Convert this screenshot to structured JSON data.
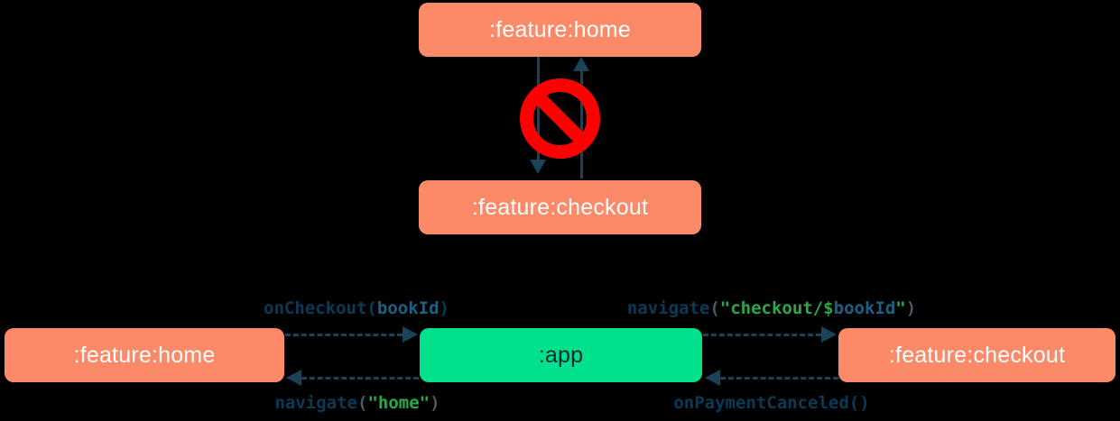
{
  "diagram": {
    "type": "module-navigation-diagram",
    "background_color": "#000000",
    "palette": {
      "feature_module": "#FC8A68",
      "app_module": "#00E18B",
      "connector": "#1B4256",
      "forbidden": "#FF0000",
      "module_label": "#FFFFFF",
      "app_label": "#0B2533",
      "code_function": "#0B3A55",
      "code_string": "#2BA84A",
      "code_variable": "#1D6083",
      "code_paren": "#4C5A63"
    },
    "top": {
      "caption_present": false,
      "nodes": [
        {
          "id": "home",
          "label": ":feature:home",
          "kind": "feature"
        },
        {
          "id": "checkout",
          "label": ":feature:checkout",
          "kind": "feature"
        }
      ],
      "edges": [
        {
          "from": "home",
          "to": "checkout",
          "style": "solid",
          "direction": "down"
        },
        {
          "from": "checkout",
          "to": "home",
          "style": "solid",
          "direction": "up"
        }
      ],
      "badge": {
        "name": "forbidden-icon",
        "meaning": "not allowed"
      }
    },
    "bottom": {
      "nodes": [
        {
          "id": "home",
          "label": ":feature:home",
          "kind": "feature"
        },
        {
          "id": "app",
          "label": ":app",
          "kind": "app"
        },
        {
          "id": "checkout",
          "label": ":feature:checkout",
          "kind": "feature"
        }
      ],
      "edges": [
        {
          "id": "home-to-app",
          "from": "home",
          "to": "app",
          "style": "dashed",
          "direction": "right",
          "label_plain": "onCheckout(bookId)",
          "tokens": [
            {
              "text": "onCheckout",
              "type": "fn"
            },
            {
              "text": "(",
              "type": "fn"
            },
            {
              "text": "bookId",
              "type": "var"
            },
            {
              "text": ")",
              "type": "fn"
            }
          ]
        },
        {
          "id": "app-to-checkout",
          "from": "app",
          "to": "checkout",
          "style": "dashed",
          "direction": "right",
          "label_plain": "navigate(\"checkout/$bookId\")",
          "tokens": [
            {
              "text": "navigate",
              "type": "fn"
            },
            {
              "text": "(",
              "type": "paren"
            },
            {
              "text": "\"checkout/",
              "type": "str"
            },
            {
              "text": "$",
              "type": "dollar"
            },
            {
              "text": "bookId",
              "type": "var"
            },
            {
              "text": "\"",
              "type": "str"
            },
            {
              "text": ")",
              "type": "paren"
            }
          ]
        },
        {
          "id": "app-to-home",
          "from": "app",
          "to": "home",
          "style": "dashed",
          "direction": "left",
          "label_plain": "navigate(\"home\")",
          "tokens": [
            {
              "text": "navigate",
              "type": "fn"
            },
            {
              "text": "(",
              "type": "paren"
            },
            {
              "text": "\"home\"",
              "type": "str"
            },
            {
              "text": ")",
              "type": "paren"
            }
          ]
        },
        {
          "id": "checkout-to-app",
          "from": "checkout",
          "to": "app",
          "style": "dashed",
          "direction": "left",
          "label_plain": "onPaymentCanceled()",
          "tokens": [
            {
              "text": "onPaymentCanceled()",
              "type": "fn"
            }
          ]
        }
      ]
    }
  }
}
